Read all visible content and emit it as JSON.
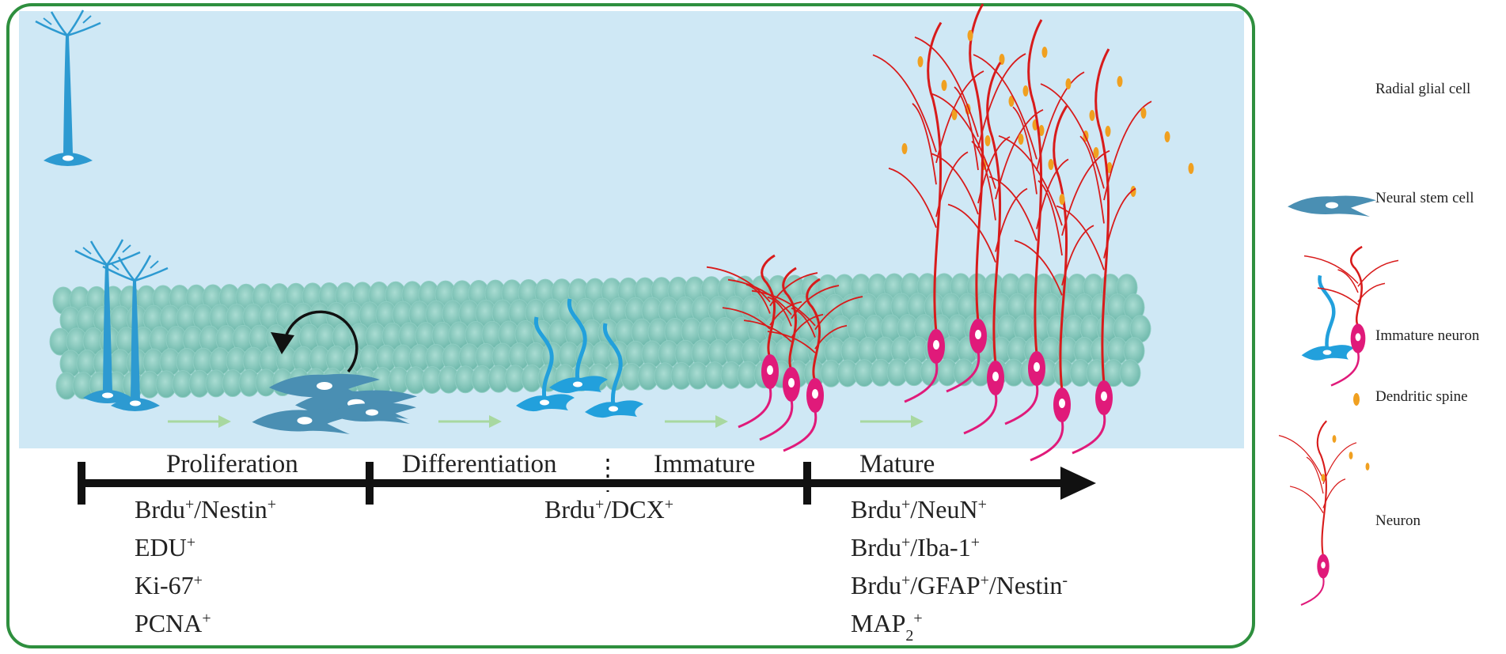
{
  "colors": {
    "frame": "#2e8f3e",
    "sky": "#cfe8f5",
    "tissue": "#7fc4b8",
    "glia": "#2d9ad1",
    "stem": "#4a8fb3",
    "immature": "#22a0dc",
    "neuron": "#d81b1b",
    "soma": "#e01a7a",
    "spine": "#f0a020",
    "arrow": "#a8d8a0",
    "axis": "#111111"
  },
  "stages": [
    {
      "label": "Proliferation"
    },
    {
      "label": "Differentiation"
    },
    {
      "label": "Immature"
    },
    {
      "label": "Mature"
    }
  ],
  "markers": {
    "proliferation": [
      {
        "base": "Brdu",
        "sup": "+",
        "mid": "/Nestin",
        "sup2": "+"
      },
      {
        "base": "EDU",
        "sup": "+"
      },
      {
        "base": "Ki-67",
        "sup": "+"
      },
      {
        "base": "PCNA",
        "sup": "+"
      }
    ],
    "immature": [
      {
        "base": "Brdu",
        "sup": "+",
        "mid": "/DCX",
        "sup2": "+"
      }
    ],
    "mature": [
      {
        "base": "Brdu",
        "sup": "+",
        "mid": "/NeuN",
        "sup2": "+"
      },
      {
        "base": "Brdu",
        "sup": "+",
        "mid": "/Iba-1",
        "sup2": "+"
      },
      {
        "base": "Brdu",
        "sup": "+",
        "mid": "/GFAP",
        "sup2": "+",
        "mid2": "/Nestin",
        "sup3": "-"
      },
      {
        "base": "MAP",
        "sub": "2",
        "sup": "+"
      }
    ]
  },
  "legend": [
    {
      "label": "Radial glial cell",
      "icon": "radial-glial-cell-icon"
    },
    {
      "label": "Neural stem cell",
      "icon": "neural-stem-cell-icon"
    },
    {
      "label": "Immature neuron",
      "icon": "immature-neuron-icon"
    },
    {
      "label": "Dendritic spine",
      "icon": "dendritic-spine-icon"
    },
    {
      "label": "Neuron",
      "icon": "neuron-icon"
    }
  ]
}
